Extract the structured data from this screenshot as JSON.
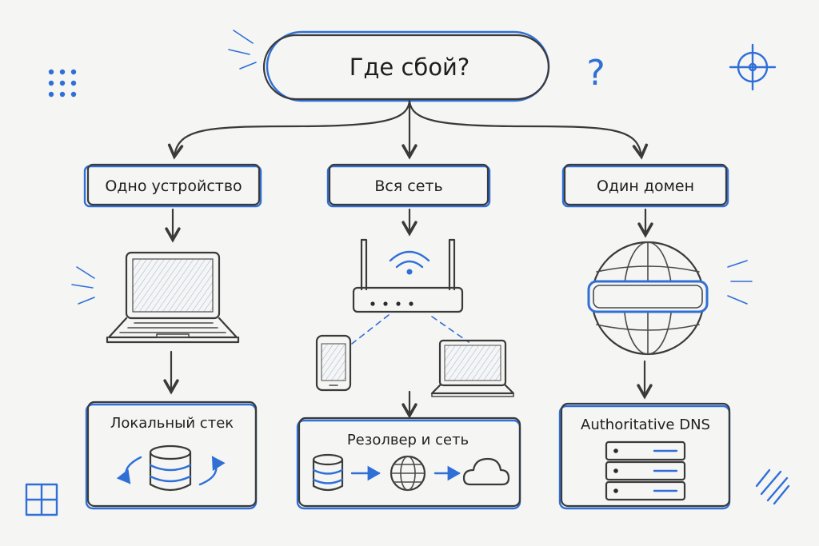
{
  "diagram": {
    "root": {
      "label": "Где сбой?"
    },
    "decorations": {
      "question_mark": "?"
    },
    "branches": [
      {
        "label": "Одно устройство",
        "device": "laptop-icon",
        "outcome": {
          "label": "Локальный стек"
        }
      },
      {
        "label": "Вся сеть",
        "device": "router-icon",
        "outcome": {
          "label": "Резолвер и сеть"
        }
      },
      {
        "label": "Один домен",
        "device": "globe-icon",
        "outcome": {
          "label": "Authoritative DNS"
        }
      }
    ]
  },
  "colors": {
    "accent": "#2f6fd6",
    "ink": "#3a3a3a",
    "background": "#f5f5f4"
  }
}
